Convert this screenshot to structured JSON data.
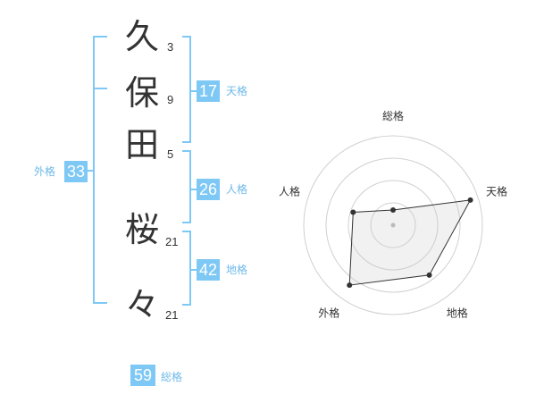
{
  "name": {
    "chars": [
      {
        "char": "久",
        "strokes": "3"
      },
      {
        "char": "保",
        "strokes": "9"
      },
      {
        "char": "田",
        "strokes": "5"
      },
      {
        "char": "桜",
        "strokes": "21"
      },
      {
        "char": "々",
        "strokes": "21"
      }
    ]
  },
  "kaku": {
    "tenkaku": {
      "value": "17",
      "label": "天格"
    },
    "jinkaku": {
      "value": "26",
      "label": "人格"
    },
    "chikaku": {
      "value": "42",
      "label": "地格"
    },
    "gaikaku": {
      "value": "33",
      "label": "外格"
    },
    "soukaku": {
      "value": "59",
      "label": "総格"
    }
  },
  "colors": {
    "accent": "#7ec8f5",
    "label": "#6fb9e8",
    "text": "#333333"
  },
  "chart_data": {
    "type": "radar",
    "axes": [
      "総格",
      "天格",
      "地格",
      "外格",
      "人格"
    ],
    "values": [
      0.17,
      0.91,
      0.69,
      0.83,
      0.47
    ],
    "range": [
      0,
      1
    ],
    "rings": 4
  }
}
